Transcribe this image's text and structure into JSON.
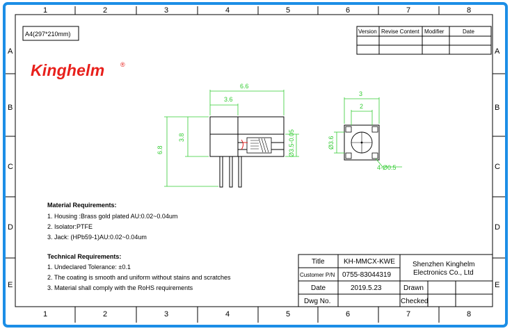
{
  "sheet": {
    "paper_size": "A4(297*210mm)",
    "zones_cols": [
      "1",
      "2",
      "3",
      "4",
      "5",
      "6",
      "7",
      "8"
    ],
    "zones_rows": [
      "A",
      "B",
      "C",
      "D",
      "E"
    ]
  },
  "brand": {
    "logo_text": "Kinghelm",
    "registered_mark": "®",
    "color": "#e8201c"
  },
  "colors": {
    "frame": "#1c8ee6",
    "dimension": "#33cc33"
  },
  "revision_table": {
    "headers": [
      "Version",
      "Revise Content",
      "Modifier",
      "Date"
    ]
  },
  "dimensions": {
    "overall_length": "6.6",
    "body_length": "3.6",
    "height_overall": "6.8",
    "height_body": "3.8",
    "jack_diameter": "Ø3.5-0.05",
    "footprint_width": "3",
    "footprint_inner": "2",
    "footprint_diameter": "Ø3.6",
    "pin_holes": "4-Ø0.5"
  },
  "material": {
    "heading": "Material Requirements:",
    "items": [
      "1. Housing :Brass gold plated AU:0.02~0.04um",
      "2. Isolator:PTFE",
      "3. Jack: (HPb59-1)AU:0.02~0.04um"
    ]
  },
  "technical": {
    "heading": "Technical Requirements:",
    "items": [
      "1. Undeclared Tolerance: ±0.1",
      "2. The coating is smooth and uniform without stains and scratches",
      "3. Material shall comply with the RoHS requirements"
    ]
  },
  "title_block": {
    "title_label": "Title",
    "title_value": "KH-MMCX-KWE",
    "customer_label": "Customer P/N",
    "customer_value": "0755-83044319",
    "date_label": "Date",
    "date_value": "2019.5.23",
    "dwg_label": "Dwg No.",
    "company_line1": "Shenzhen Kinghelm",
    "company_line2": "Electronics Co., Ltd",
    "drawn_label": "Drawn",
    "checked_label": "Checked"
  }
}
